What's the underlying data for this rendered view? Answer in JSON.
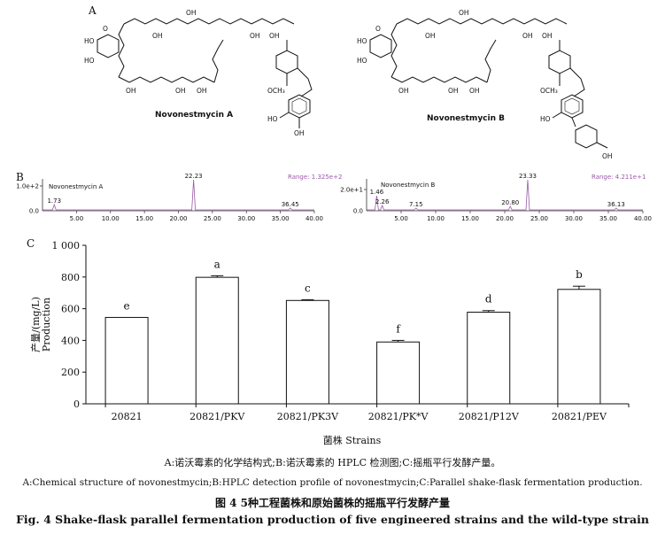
{
  "panel_labels": {
    "a": "A",
    "b": "B",
    "c": "C"
  },
  "structures": [
    {
      "name": "Novonestmycin A"
    },
    {
      "name": "Novonestmycin B"
    }
  ],
  "atom_labels": {
    "oh": "OH",
    "ho": "HO",
    "och3": "OCH₃",
    "o": "O"
  },
  "hplc": [
    {
      "name": "Novonestmycin A",
      "range": "Range: 1.325e+2",
      "y_tick": "1.0e+2",
      "y_zero": "0.0",
      "peaks": [
        {
          "t": 1.73,
          "label": "1.73"
        },
        {
          "t": 22.23,
          "label": "22.23"
        },
        {
          "t": 36.45,
          "label": "36.45"
        }
      ],
      "xticks": [
        "5.00",
        "10.00",
        "15.00",
        "20.00",
        "25.00",
        "30.00",
        "35.00",
        "40.00"
      ]
    },
    {
      "name": "Novonestmycin B",
      "range": "Range: 4.211e+1",
      "y_tick": "2.0e+1",
      "y_zero": "0.0",
      "peaks": [
        {
          "t": 1.46,
          "label": "1.46"
        },
        {
          "t": 2.26,
          "label": "2.26"
        },
        {
          "t": 7.15,
          "label": "7.15"
        },
        {
          "t": 20.8,
          "label": "20.80"
        },
        {
          "t": 23.33,
          "label": "23.33"
        },
        {
          "t": 36.13,
          "label": "36.13"
        }
      ],
      "xticks": [
        "5.00",
        "10.00",
        "15.00",
        "20.00",
        "25.00",
        "30.00",
        "35.00",
        "40.00"
      ]
    }
  ],
  "chart_data": {
    "type": "bar",
    "categories": [
      "20821",
      "20821/PKV",
      "20821/PK3V",
      "20821/PK*V",
      "20821/P12V",
      "20821/PEV"
    ],
    "values": [
      545,
      798,
      652,
      390,
      578,
      722
    ],
    "errors": [
      0,
      10,
      5,
      10,
      10,
      20
    ],
    "significance": [
      "e",
      "a",
      "c",
      "f",
      "d",
      "b"
    ],
    "ylabel_cn": "产量/(mg/L)",
    "ylabel_en": "Production",
    "xlabel": "菌株 Strains",
    "ylim": [
      0,
      1000
    ],
    "yticks": [
      "0",
      "200",
      "400",
      "600",
      "800",
      "1 000"
    ]
  },
  "captions": {
    "cn": "A:诺沃霉素的化学结构式;B:诺沃霉素的 HPLC 检测图;C:摇瓶平行发酵产量。",
    "en": "A:Chemical structure of novonestmycin;B:HPLC detection profile of novonestmycin;C:Parallel shake-flask fermentation production.",
    "fig_cn": "图 4 5种工程菌株和原始菌株的摇瓶平行发酵产量",
    "fig_en": "Fig. 4 Shake-flask parallel fermentation production of five engineered strains and the wild-type strain"
  }
}
